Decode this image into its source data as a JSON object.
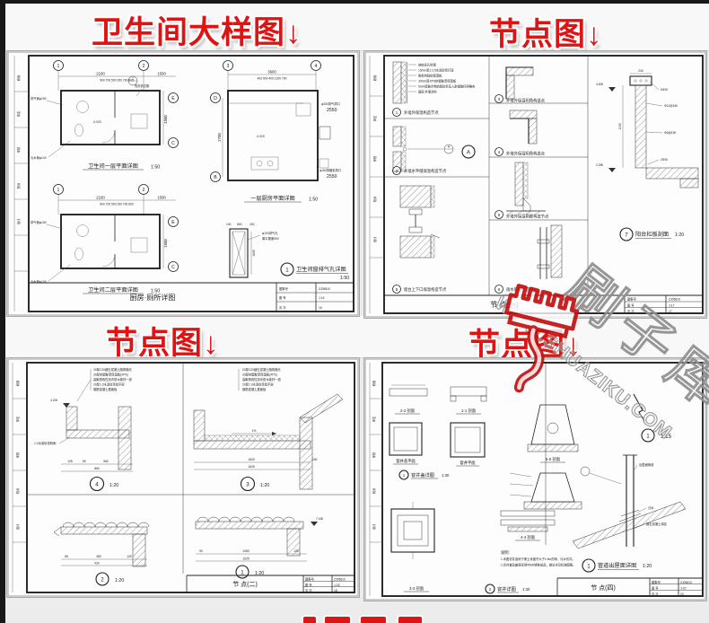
{
  "colors": {
    "accent_red": "#e01313",
    "paper": "#fdfdfd",
    "edge": "#181818"
  },
  "headings": {
    "top_left": "卫生间大样图↓",
    "top_right": "节点图↓",
    "mid_left": "节点图↓",
    "mid_right": "节点图↓"
  },
  "watermark": {
    "brand": "刷子库",
    "site": "WWW.SHUAZIKU.COM",
    "icon": "paint-brush-icon"
  },
  "margin_labels": [
    "修改",
    "审定",
    "审核",
    "校对",
    "设计"
  ],
  "sheet1": {
    "plan1": {
      "b1": "1",
      "b2": "2",
      "bE": "E",
      "bC": "C",
      "dim1": "2100",
      "dim2": "1500",
      "chain": "900 700 500 250 700 600",
      "side": "1500",
      "ref": "1",
      "lbl_vent": "排气管φ150",
      "lbl_waste": "污水管φ100",
      "lbl_wash": "洗衣机位置",
      "lbl_level": "-0.020",
      "caption": "卫生间一层平面详图",
      "scale": "1:50"
    },
    "plan2": {
      "b1": "1",
      "b2": "2",
      "bE": "E",
      "bC": "C",
      "dim1": "2100",
      "dim2": "1500",
      "chain": "900 700 500 250 700 600",
      "side": "1500",
      "lbl_vent": "排气管φ150",
      "lbl_waste": "污水管φ100",
      "caption": "卫生间二层平面详图",
      "scale": "1:50"
    },
    "kitchen": {
      "b3": "3",
      "b4": "4",
      "bD": "D",
      "bB": "B",
      "dim1": "3600",
      "chain": "400 900 400 1200 700",
      "side": "2700",
      "lbl_hole1": "φ300排气洞口",
      "v1": "2550",
      "lbl_hole2": "φ150排烟机洞口",
      "v2": "2550",
      "lbl_level": "-0.020",
      "caption": "一层厨房平面详图",
      "scale": "1:50"
    },
    "vent": {
      "ref": "1",
      "caption": "卫生间窗排气孔详图",
      "scale": "1:50",
      "d1": "100",
      "d2": "600",
      "d3": "200",
      "d4": "1600",
      "lbl1": "φ100排气孔",
      "lbl2": "离平屋面900"
    },
    "title": {
      "name": "厨房·厕所详图",
      "r1l": "图集号",
      "r1v": "ZJ05810",
      "r2l": "图 号",
      "r2v": "J-16",
      "r3l": "页 次",
      "r3v": "16"
    }
  },
  "sheet2": {
    "d1": {
      "n": "1",
      "cap": "外墙外保温构造节点"
    },
    "d2": {
      "n": "2",
      "cap": "外墙水平缝保温构造节点",
      "mark": "A"
    },
    "d3": {
      "n": "3",
      "cap": "外墙外保温阳角构造点"
    },
    "d4": {
      "n": "4",
      "cap": "外墙外保温阴角构造点"
    },
    "d5": {
      "n": "5",
      "cap": "外墙外保温勒脚构造节点"
    },
    "d6": {
      "n": "6",
      "cap": "雨水管管卡节点"
    },
    "d7": {
      "n": "7",
      "cap": "阳台栏板剖面",
      "scale": "1:20",
      "lvl1": "4.500",
      "lvl2": "2.250",
      "dim1": "240",
      "dim2": "1100",
      "rb1": "6Φ10",
      "rb2": "Φ12@150",
      "rb3": "Φ6@150",
      "rb4": "3Φ10"
    },
    "d8": {
      "n": "8",
      "cap": "窗台上下口保温构造节点"
    },
    "notes": [
      "烧结多孔砖墙",
      "15mm厚1:2.5水泥砂浆打底",
      "胶粘剂粘贴保温板",
      "30mm厚XPS挤塑聚苯保温板",
      "5mm厚聚合物抗裂砂浆压入耐碱玻纤网格布",
      "面层:外墙涂料"
    ],
    "title": {
      "name": "节 点(一)",
      "r1l": "图集号",
      "r1v": "ZJ05810",
      "r2l": "图 号",
      "r2v": "J-17",
      "r3l": "页 次",
      "r3v": "17"
    }
  },
  "sheet3": {
    "notes": [
      "20厚C20细石混凝土随捣随光",
      "30厚挤塑聚苯保温板(XPS)",
      "高聚物改性沥青防水卷材一道",
      "20厚1:3水泥砂浆找平层",
      "钢筋混凝土屋面板"
    ],
    "d4": {
      "n": "4",
      "scale": "1:20",
      "lvl": "4.200",
      "dims": [
        "125",
        "80",
        "560",
        "860"
      ],
      "lbl": "1:2水泥砂浆粉刷"
    },
    "d3": {
      "n": "3",
      "scale": "1:20",
      "slope": "1%",
      "dims": [
        "150",
        "1600",
        "1625"
      ]
    },
    "d2": {
      "n": "2",
      "scale": "1:20",
      "dims": [
        "65",
        "380",
        "120",
        "420"
      ]
    },
    "d1": {
      "n": "1",
      "scale": "1:20",
      "lvl": "7.160",
      "dims": [
        "90",
        "1080",
        "125",
        "1025"
      ]
    },
    "title": {
      "name": "节 点(二)",
      "r1l": "图集号",
      "r1v": "ZJ05810",
      "r2l": "图 号",
      "r2v": "J-18",
      "r3l": "页 次",
      "r3v": "18"
    }
  },
  "sheet4": {
    "s22": "2-2 剖面",
    "s11": "1-1 剖面",
    "s55": "5-5 剖面",
    "s33": "3-3 剖面",
    "s44": "4-4 剖面",
    "p_cover": "窨井盖平面",
    "p_well": "窨井平面",
    "c_cover": {
      "n": "1",
      "cap": "窨井盖详图",
      "scale": "1:30"
    },
    "c_well": {
      "n": "2",
      "cap": "窨井详图",
      "scale": "1:30"
    },
    "c_pipe": {
      "n": "1",
      "cap": "管道出屋面详图",
      "scale": "1:20"
    },
    "c_flash": {
      "n": "1",
      "scale": "1:15"
    },
    "notes_label": "说明:",
    "notes": [
      "1.本图窨井适用于覆土深度不大于1.5m的雨、污水窨井。",
      "2.窨井盖及盖座采用Φ600铸铁成品，做法详见标准图集。"
    ],
    "lbl_pipe": "出屋面管道",
    "lbl_flash": "泛水",
    "lbl_fill": "细石混凝土填实",
    "title": {
      "name": "节 点(四)",
      "r1l": "图集号",
      "r1v": "ZJ05810",
      "r2l": "图 号",
      "r2v": "J-20",
      "r3l": "页 次",
      "r3v": "20"
    }
  }
}
